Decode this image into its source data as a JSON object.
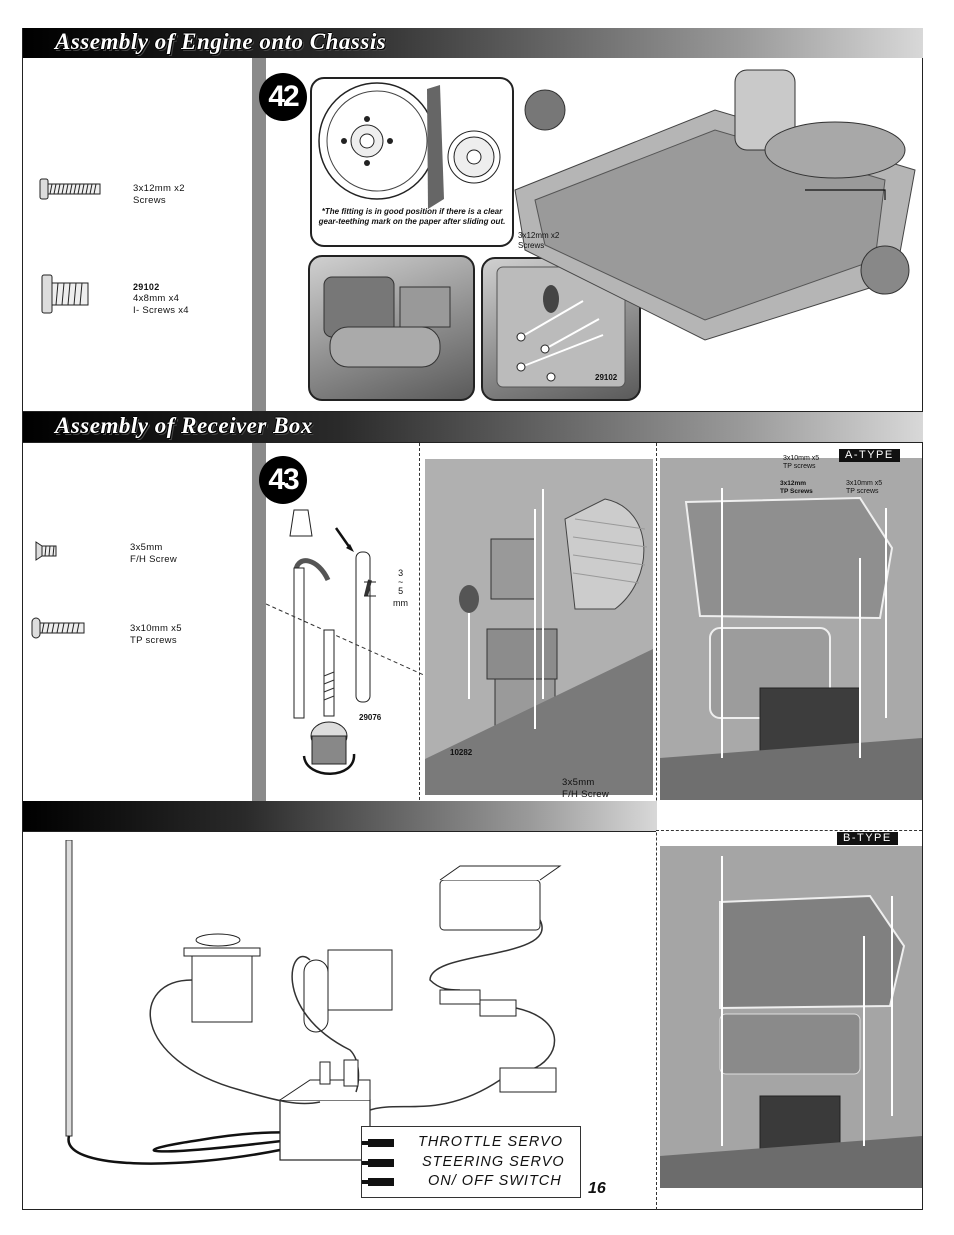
{
  "sections": {
    "engine": {
      "title": "Assembly of Engine onto Chassis",
      "step": "42"
    },
    "receiver": {
      "title": "Assembly of Receiver Box",
      "step": "43"
    }
  },
  "parts_engine": [
    {
      "line1": "3x12mm x2",
      "line2": "Screws"
    },
    {
      "code": "29102",
      "line1": "4x8mm x4",
      "line2": "I- Screws x4"
    }
  ],
  "parts_receiver": [
    {
      "line1": "3x5mm",
      "line2": "F/H Screw"
    },
    {
      "line1": "3x10mm x5",
      "line2": "TP screws"
    }
  ],
  "step42": {
    "note": "*The fitting is in good position if there is a clear gear-teething mark on the paper after sliding out.",
    "screws_label_1": "3x12mm x2",
    "screws_label_2": "Screws",
    "code": "29102"
  },
  "step43": {
    "dim_3": "3",
    "dim_tilde": "~",
    "dim_5": "5",
    "dim_unit": "mm",
    "code_29076": "29076",
    "code_10282": "10282",
    "fh_label_1": "3x5mm",
    "fh_label_2": "F/H Screw"
  },
  "atype": {
    "tag": "A-TYPE",
    "label_a1": "3x10mm x5",
    "label_a2": "TP screws",
    "label_b1": "3x12mm",
    "label_b2": "TP Screws",
    "label_c1": "3x10mm x5",
    "label_c2": "TP screws"
  },
  "btype": {
    "tag": "B-TYPE"
  },
  "legend": [
    "THROTTLE SERVO",
    "STEERING SERVO",
    "ON/ OFF SWITCH"
  ],
  "page_number": "16"
}
